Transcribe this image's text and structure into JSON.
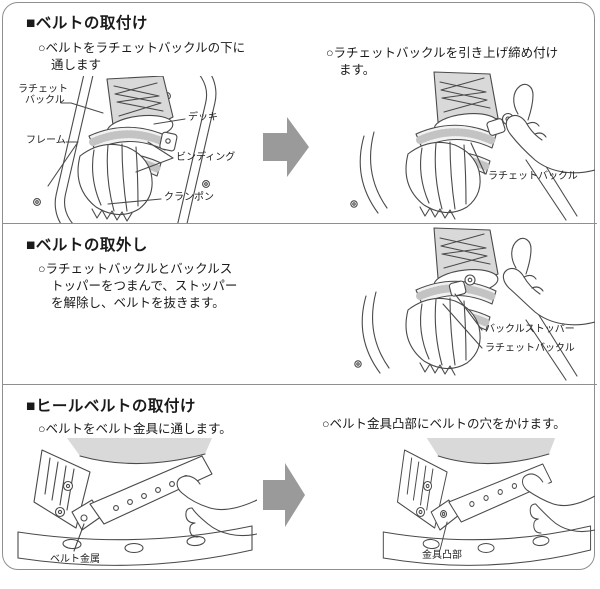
{
  "page": {
    "background": "#ffffff",
    "border_color": "#8f8f8f",
    "arrow_color": "#9a9a9a",
    "line_art_color": "#4a4a4a"
  },
  "sections": [
    {
      "title": "■ベルトの取付け",
      "step_left": {
        "line1": "○ベルトをラチェットバックルの下に",
        "line2": "通します"
      },
      "step_right": {
        "line1": "○ラチェットバックルを引き上げ締め付け",
        "line2": "ます。"
      },
      "labels": {
        "ratchet_l1": "ラチェット",
        "ratchet_l2": "バックル",
        "deck": "デッキ",
        "frame": "フレーム",
        "binding": "ビンディング",
        "crampon": "クランポン",
        "ratchet_right": "ラチェットバックル"
      }
    },
    {
      "title": "■ベルトの取外し",
      "step_left": {
        "line1": "○ラチェットバックルとバックルス",
        "line2": "トッパーをつまんで、ストッパー",
        "line3": "を解除し、ベルトを抜きます。"
      },
      "labels": {
        "buckle_stopper": "バックルストッパー",
        "ratchet_buckle": "ラチェットバックル"
      }
    },
    {
      "title": "■ヒールベルトの取付け",
      "step_left": {
        "line1": "○ベルトをベルト金具に通します。"
      },
      "step_right": {
        "line1": "○ベルト金具凸部にベルトの穴をかけます。"
      },
      "labels": {
        "belt_metal": "ベルト金属",
        "fitting_protrusion": "金具凸部"
      }
    }
  ]
}
